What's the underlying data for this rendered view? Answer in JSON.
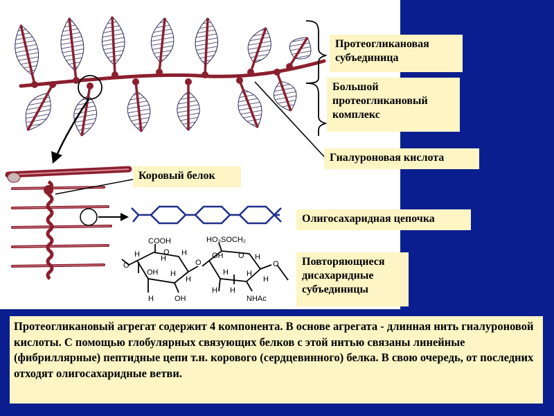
{
  "labels": {
    "subunit": "Протеогликановая субъединица",
    "complex": "Большой протеогликановый комплекс",
    "hyaluronic": "Гиалуроновая кислота",
    "core_protein": "Коровый белок",
    "oligo_chain": "Олигосахаридная цепочка",
    "repeating": "Повторяющиеся дисахаридные субъединицы"
  },
  "caption": "Протеогликановый агрегат содержит 4 компонента. В основе агрегата - длинная нить гиалуроновой кислоты. С помощью глобулярных связующих белков с этой нитью связаны линейные (фибриллярные) пептидные цепи т.н. корового (сердцевинного) белка. В свою очередь, от последних отходят олигосахаридные ветви.",
  "chem": {
    "cooh": "COOH",
    "so3": "HO₃SOCH₂",
    "oh": "OH",
    "h": "H",
    "nhac": "NHAc",
    "o": "O"
  },
  "colors": {
    "navy": "#0b1e8f",
    "label_bg": "#fdf5c4",
    "protein": "#8b1f2e",
    "gag": "#2d2a5a",
    "chain_blue": "#1f2f8a"
  }
}
